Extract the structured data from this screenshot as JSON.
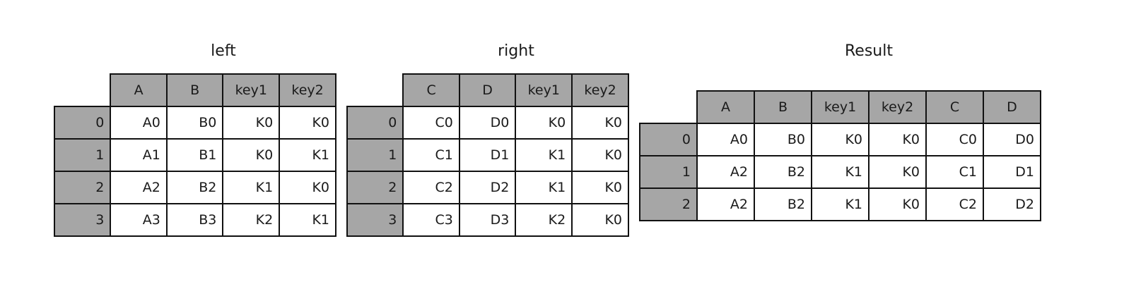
{
  "tables": [
    {
      "title": "left",
      "columns": [
        "A",
        "B",
        "key1",
        "key2"
      ],
      "index": [
        "0",
        "1",
        "2",
        "3"
      ],
      "rows": [
        [
          "A0",
          "B0",
          "K0",
          "K0"
        ],
        [
          "A1",
          "B1",
          "K0",
          "K1"
        ],
        [
          "A2",
          "B2",
          "K1",
          "K0"
        ],
        [
          "A3",
          "B3",
          "K2",
          "K1"
        ]
      ]
    },
    {
      "title": "right",
      "columns": [
        "C",
        "D",
        "key1",
        "key2"
      ],
      "index": [
        "0",
        "1",
        "2",
        "3"
      ],
      "rows": [
        [
          "C0",
          "D0",
          "K0",
          "K0"
        ],
        [
          "C1",
          "D1",
          "K1",
          "K0"
        ],
        [
          "C2",
          "D2",
          "K1",
          "K0"
        ],
        [
          "C3",
          "D3",
          "K2",
          "K0"
        ]
      ]
    },
    {
      "title": "Result",
      "columns": [
        "A",
        "B",
        "key1",
        "key2",
        "C",
        "D"
      ],
      "index": [
        "0",
        "1",
        "2"
      ],
      "rows": [
        [
          "A0",
          "B0",
          "K0",
          "K0",
          "C0",
          "D0"
        ],
        [
          "A2",
          "B2",
          "K1",
          "K0",
          "C1",
          "D1"
        ],
        [
          "A2",
          "B2",
          "K1",
          "K0",
          "C2",
          "D2"
        ]
      ]
    }
  ],
  "colors": {
    "header_fill": "#a6a6a6",
    "cell_fill": "#ffffff",
    "border": "#111111"
  }
}
